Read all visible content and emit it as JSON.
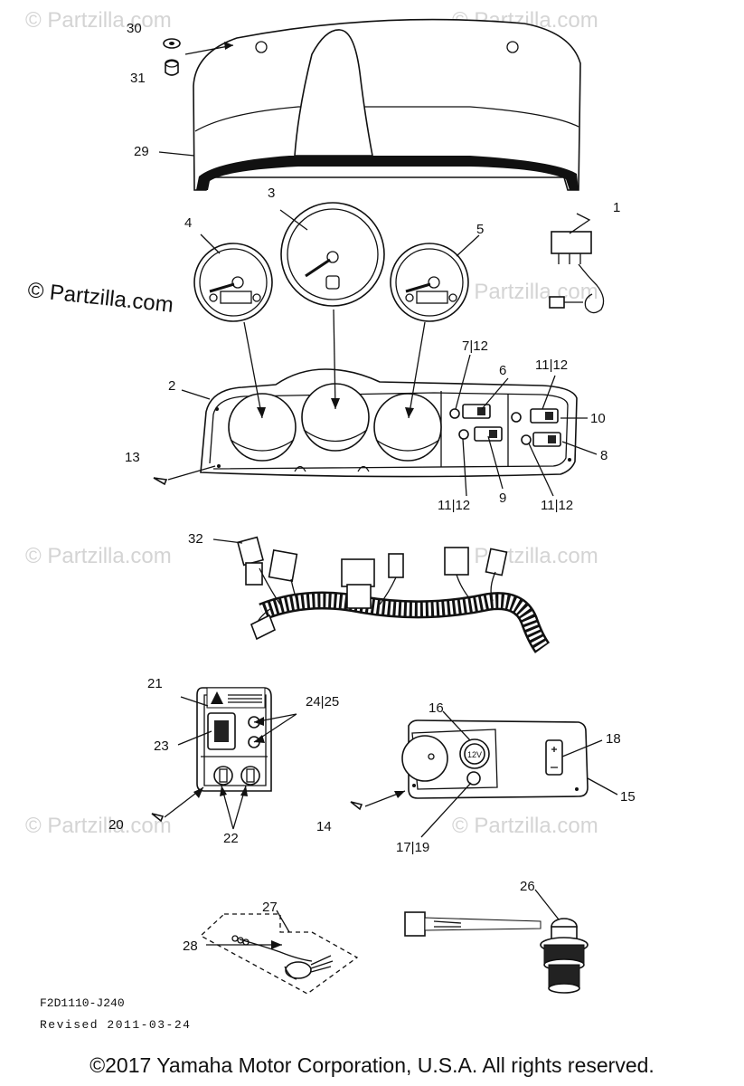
{
  "watermarks": {
    "brand": "© Partzilla.com",
    "main": "© Partzilla.com"
  },
  "callouts": {
    "p1": "1",
    "p2": "2",
    "p3": "3",
    "p4": "4",
    "p5": "5",
    "p6": "6",
    "p7_12": "7|12",
    "p8": "8",
    "p9": "9",
    "p10": "10",
    "p11_12_a": "11|12",
    "p11_12_b": "11|12",
    "p11_12_c": "11|12",
    "p13": "13",
    "p14": "14",
    "p15": "15",
    "p16": "16",
    "p17_19": "17|19",
    "p18": "18",
    "p20": "20",
    "p21": "21",
    "p22": "22",
    "p23": "23",
    "p24_25": "24|25",
    "p26": "26",
    "p27": "27",
    "p28": "28",
    "p29": "29",
    "p30": "30",
    "p31": "31",
    "p32": "32"
  },
  "outlet_label": "12V",
  "footer": {
    "code": "F2D1110-J240",
    "revised": "Revised 2011-03-24",
    "copyright": "©2017 Yamaha Motor Corporation, U.S.A. All rights reserved."
  }
}
